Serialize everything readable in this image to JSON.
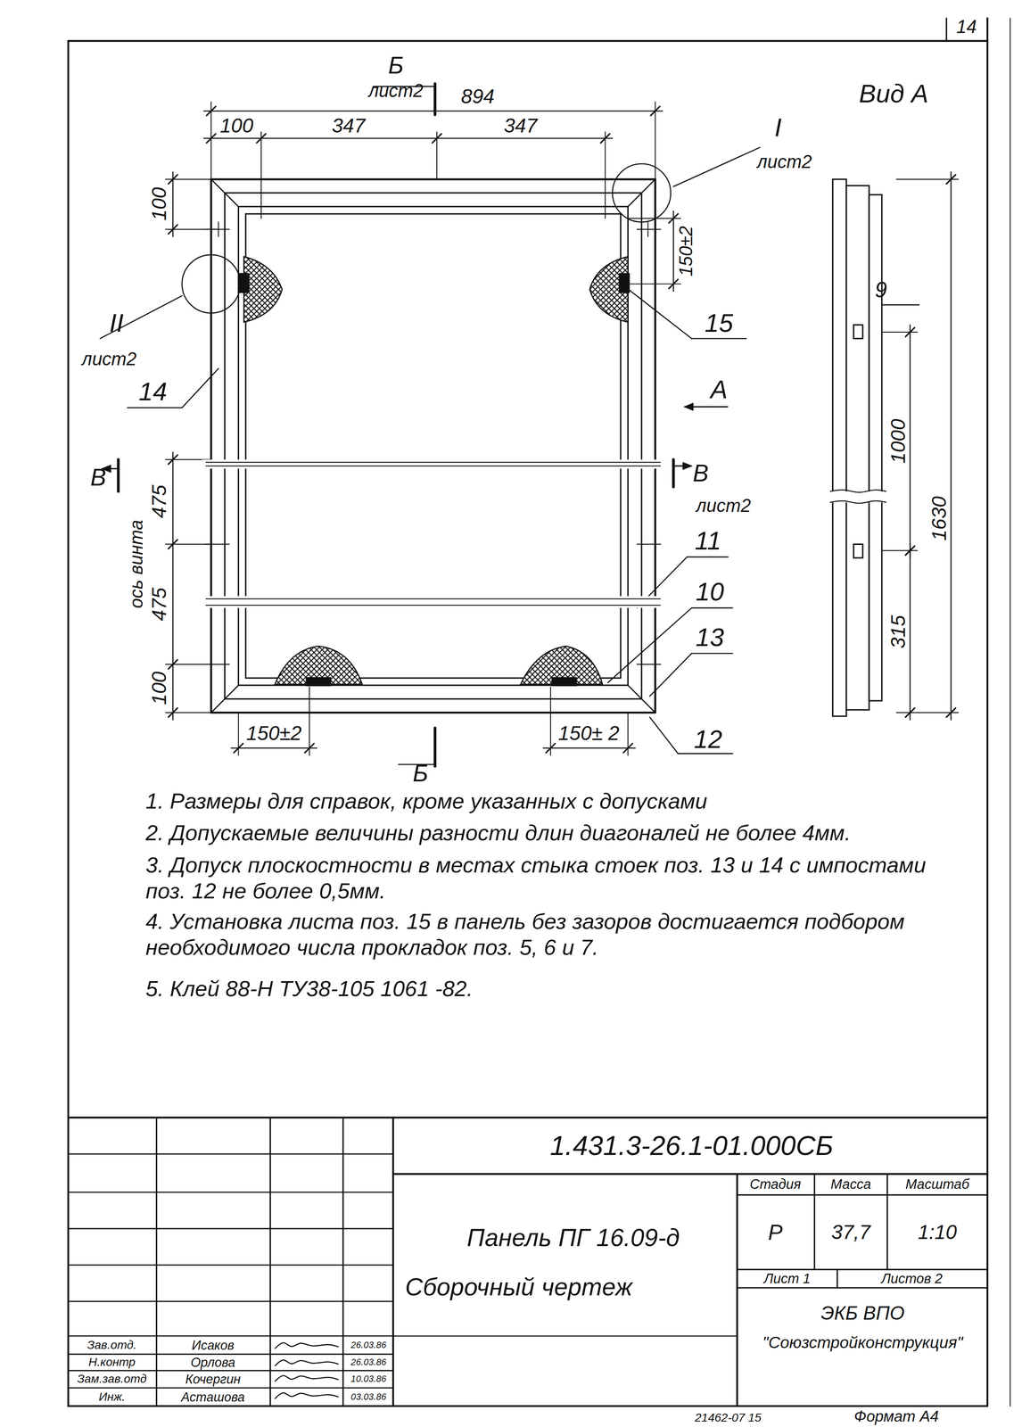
{
  "diagram": {
    "labels": [
      "14",
      "Б",
      "лист2",
      "894",
      "100",
      "347",
      "347",
      "Вид А",
      "I",
      "лист2",
      "100",
      "150±2",
      "9",
      "II",
      "лист2",
      "15",
      "14",
      "А",
      "В",
      "лист2",
      "В",
      "475",
      "475",
      "ось винта",
      "1000",
      "1630",
      "11",
      "10",
      "13",
      "315",
      "100",
      "150±2",
      "150± 2",
      "12",
      "Б",
      "1. Размеры для справок, кроме указанных с допусками",
      "2. Допускаемые величины разности длин диагоналей не более 4мм.",
      "3. Допуск плоскостности в местах стыка стоек поз. 13 и 14 с импостами поз. 12 не более 0,5мм.",
      "4. Установка листа поз. 15 в панель без зазоров достигается подбором необходимого числа прокладок поз. 5, 6 и 7.",
      "5. Клей 88-Н ТУ38-105 1061 -82.",
      "1.431.3-26.1-01.000СБ",
      "Панель ПГ 16.09-д",
      "Сборочный чертеж",
      "Стадия",
      "Масса",
      "Масштаб",
      "Р",
      "37,7",
      "1:10",
      "Лист 1",
      "Листов 2",
      "ЭКБ ВПО",
      "\"Союзстройконструкция\"",
      "Зав.отд.",
      "Исаков",
      "26.03.86",
      "Н.контр",
      "Орлова",
      "26.03.86",
      "Зам.зав.отд",
      "Кочергин",
      "10.03.86",
      "Инж.",
      "Асташова",
      "03.03.86",
      "21462-07 15",
      "Формат А4"
    ]
  }
}
